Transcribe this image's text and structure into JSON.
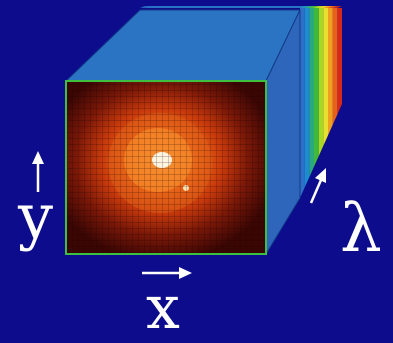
{
  "figure": {
    "axes": {
      "y": "y",
      "x": "x",
      "wavelength": "λ"
    },
    "cube": {
      "slice_colors": [
        "#d42818",
        "#e8601c",
        "#f0a020",
        "#e8e030",
        "#a8d820",
        "#40b83c",
        "#2aa880",
        "#1c8cd0",
        "#2e70c8"
      ],
      "front_border_color": "#3fbf3f",
      "image_palette": [
        "#3a0604",
        "#7a1808",
        "#c83a0c",
        "#f06a18",
        "#ffb04a",
        "#fff4e0"
      ]
    },
    "colors": {
      "background": "#0c0c8c",
      "text": "#ffffff"
    }
  }
}
